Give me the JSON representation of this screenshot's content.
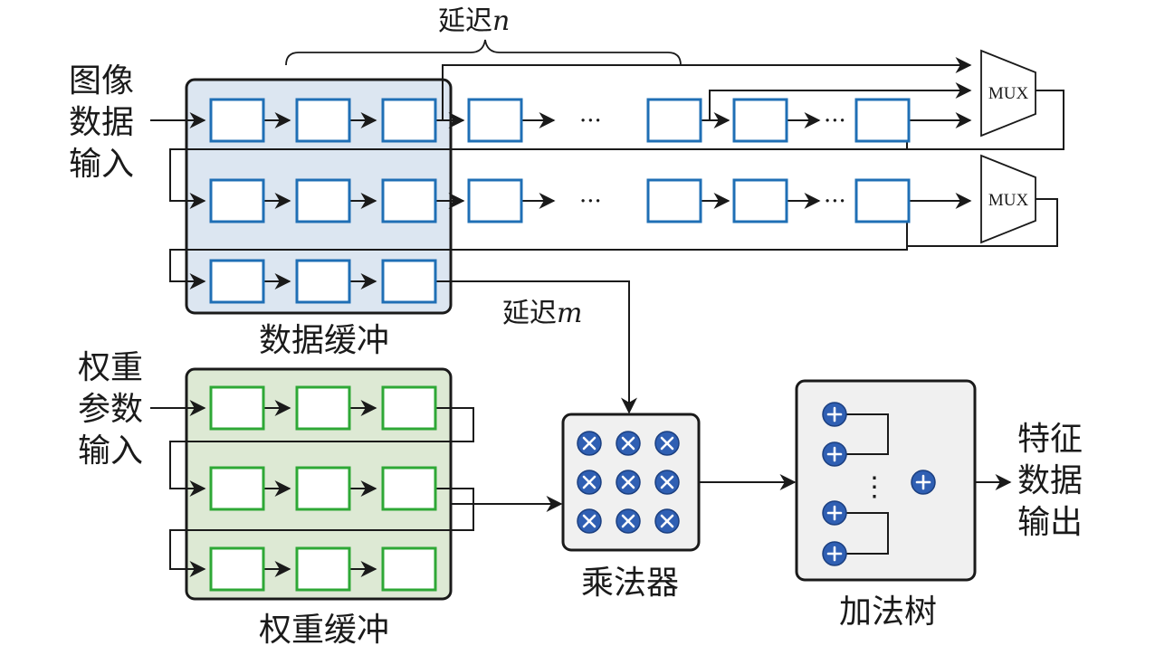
{
  "labels": {
    "image_input": [
      "图像",
      "数据",
      "输入"
    ],
    "weight_input": [
      "权重",
      "参数",
      "输入"
    ],
    "feature_output": [
      "特征",
      "数据",
      "输出"
    ],
    "data_buffer": "数据缓冲",
    "weight_buffer": "权重缓冲",
    "multiplier": "乘法器",
    "adder_tree": "加法树",
    "delay_n_prefix": "延迟",
    "delay_n_var": "n",
    "delay_m_prefix": "延迟",
    "delay_m_var": "m",
    "mux1": "MUX",
    "mux2": "MUX",
    "ellipsis": "···",
    "vdots": "⋮"
  },
  "colors": {
    "data_buffer_fill": "#dce6f1",
    "weight_buffer_fill": "#dde9d4",
    "data_cell_stroke": "#1f6fb5",
    "weight_cell_stroke": "#2ea836",
    "operator_fill": "#2f5fb3",
    "module_fill": "#f0f0f0"
  }
}
